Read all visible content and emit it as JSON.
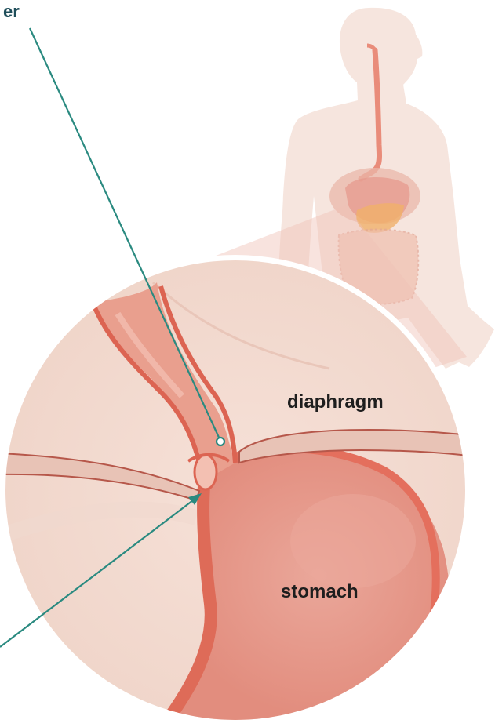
{
  "labels": {
    "top_left_fragment": "er",
    "diaphragm": "diaphragm",
    "stomach": "stomach"
  },
  "colors": {
    "skin": "#f2d9cf",
    "skin_light": "#f6e4dc",
    "tissue": "#e99a88",
    "tissue_dark": "#d9584a",
    "stomach_fill": "#e48f80",
    "diaphragm_band": "#e8c3b6",
    "leader_line": "#2a8a80",
    "label_dark": "#1e1e1e",
    "label_teal": "#1f4e5a"
  }
}
